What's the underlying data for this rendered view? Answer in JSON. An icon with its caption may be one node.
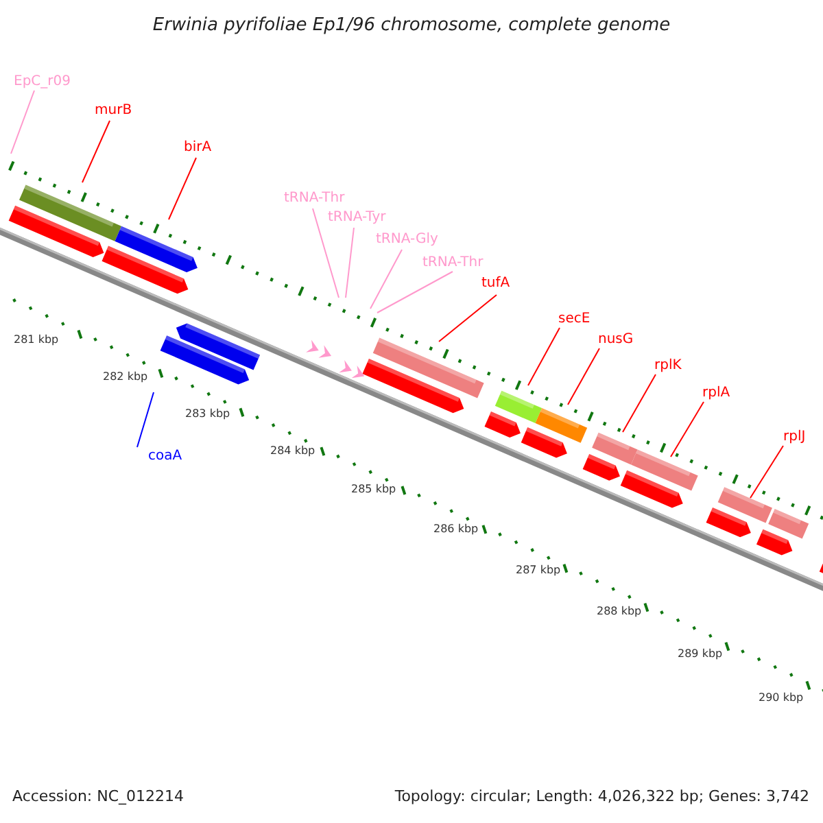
{
  "diagram": {
    "title": "Erwinia pyrifoliae Ep1/96 chromosome, complete genome",
    "nodes": [
      {
        "text": [
          "EpC_r09"
        ]
      },
      {
        "text": [
          "murB"
        ]
      },
      {
        "text": [
          "birA"
        ]
      },
      {
        "text": [
          "tRNA-Thr"
        ]
      },
      {
        "text": [
          "tRNA-Tyr"
        ]
      },
      {
        "text": [
          "tRNA-Gly"
        ]
      },
      {
        "text": [
          "tRNA-Thr"
        ]
      },
      {
        "text": [
          "tufA"
        ]
      },
      {
        "text": [
          "secE"
        ]
      },
      {
        "text": [
          "nusG"
        ]
      },
      {
        "text": [
          "rplK"
        ]
      },
      {
        "text": [
          "rplA"
        ]
      },
      {
        "text": [
          "rplJ"
        ]
      },
      {
        "text": [
          "coaA"
        ]
      }
    ],
    "edges": [
      {
        "from": 0,
        "to": null,
        "arrow": "none",
        "color": "#ff99cc"
      },
      {
        "from": 1,
        "to": null,
        "arrow": "none"
      },
      {
        "from": 2,
        "to": null,
        "arrow": "none"
      },
      {
        "from": 3,
        "to": null,
        "arrow": "none",
        "color": "#ff99cc"
      },
      {
        "from": 4,
        "to": null,
        "arrow": "none",
        "color": "#ff99cc"
      },
      {
        "from": 5,
        "to": null,
        "arrow": "none",
        "color": "#ff99cc"
      },
      {
        "from": 6,
        "to": null,
        "arrow": "none",
        "color": "#ff99cc"
      },
      {
        "from": 7,
        "to": null,
        "arrow": "none"
      },
      {
        "from": 8,
        "to": null,
        "arrow": "none"
      },
      {
        "from": 9,
        "to": null,
        "arrow": "none"
      },
      {
        "from": 10,
        "to": null,
        "arrow": "none"
      },
      {
        "from": 11,
        "to": null,
        "arrow": "none"
      },
      {
        "from": 12,
        "to": null,
        "arrow": "none"
      },
      {
        "from": 13,
        "to": null,
        "arrow": "none",
        "color": "#0000ff"
      }
    ],
    "labels": [
      "281 kbp",
      "282 kbp",
      "283 kbp",
      "284 kbp",
      "285 kbp",
      "286 kbp",
      "287 kbp",
      "288 kbp",
      "289 kbp",
      "290 kbp",
      "Accession: NC_012214",
      "Topology: circular; Length: 4,026,322 bp; Genes: 3,742"
    ]
  }
}
